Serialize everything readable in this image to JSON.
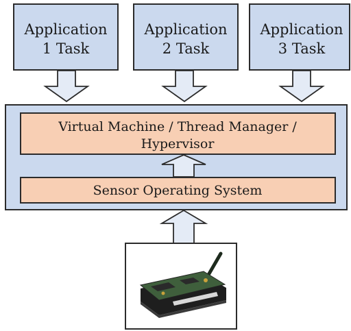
{
  "apps": [
    {
      "line1": "Application",
      "line2": "1 Task"
    },
    {
      "line1": "Application",
      "line2": "2 Task"
    },
    {
      "line1": "Application",
      "line2": "3 Task"
    }
  ],
  "layers": {
    "vm_line1": "Virtual Machine / Thread Manager /",
    "vm_line2": "Hypervisor",
    "os": "Sensor Operating System"
  },
  "device": {
    "icon": "sensor-node-board-icon"
  },
  "colors": {
    "app_fill": "#cbd9ee",
    "platform_fill": "#cbd9ee",
    "layer_fill": "#f8cfb4",
    "arrow_fill": "#e4ebf6",
    "stroke": "#2b2b2b"
  }
}
